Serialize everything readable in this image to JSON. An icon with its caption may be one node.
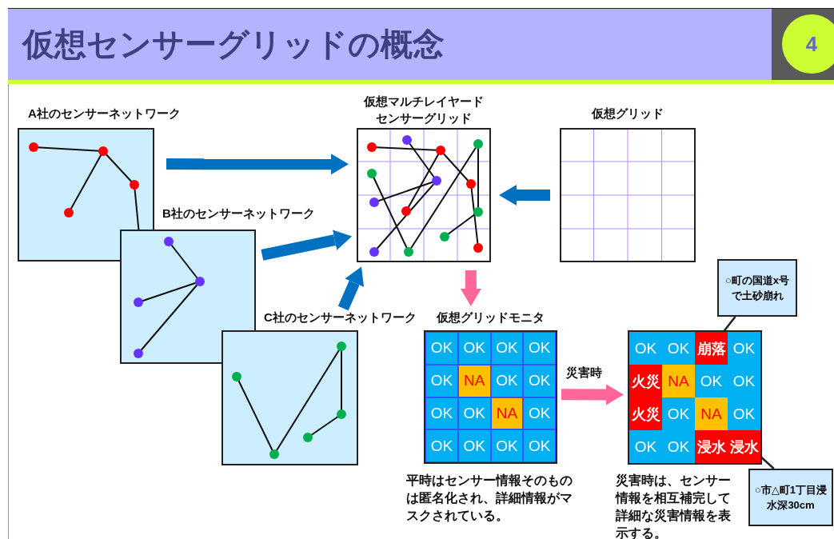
{
  "diagram": {
    "title": "仮想センサーグリッドの概念",
    "nodes": [
      {
        "text": [
          "A社のセンサーネットワーク"
        ]
      },
      {
        "text": [
          "仮想マルチレイヤードセンサーグリッド"
        ]
      },
      {
        "text": [
          "仮想グリッド"
        ]
      },
      {
        "text": [
          "B社のセンサーネットワーク"
        ]
      },
      {
        "text": [
          "C社のセンサーネットワーク"
        ]
      },
      {
        "text": [
          "仮想グリッドモニタ"
        ],
        "beside": [
          "平時はセンサー情報そのものは匿名化され、詳細情報がマスクされている。"
        ]
      },
      {
        "text": [
          "OK"
        ],
        "in": 5
      },
      {
        "text": [
          "OK"
        ],
        "in": 5
      },
      {
        "text": [
          "OK"
        ],
        "in": 5
      },
      {
        "text": [
          "OK"
        ],
        "in": 5
      },
      {
        "text": [
          "OK"
        ],
        "in": 5
      },
      {
        "text": [
          "NA"
        ],
        "in": 5
      },
      {
        "text": [
          "OK"
        ],
        "in": 5
      },
      {
        "text": [
          "OK"
        ],
        "in": 5
      },
      {
        "text": [
          "OK"
        ],
        "in": 5
      },
      {
        "text": [
          "OK"
        ],
        "in": 5
      },
      {
        "text": [
          "NA"
        ],
        "in": 5
      },
      {
        "text": [
          "OK"
        ],
        "in": 5
      },
      {
        "text": [
          "OK"
        ],
        "in": 5
      },
      {
        "text": [
          "OK"
        ],
        "in": 5
      },
      {
        "text": [
          "OK"
        ],
        "in": 5
      },
      {
        "text": [
          "OK"
        ],
        "in": 5
      },
      {
        "text": [
          "○町の国道x号で土砂崩れ"
        ]
      },
      {
        "text": [],
        "shape": "box",
        "beside": [
          "災害時は、センサー情報を相互補完して詳細な災害情報を表示する。"
        ]
      },
      {
        "text": [
          "OK"
        ],
        "in": 23
      },
      {
        "text": [
          "OK"
        ],
        "in": 23
      },
      {
        "text": [
          "崩落"
        ],
        "in": 23
      },
      {
        "text": [
          "OK"
        ],
        "in": 23
      },
      {
        "text": [
          "火災"
        ],
        "in": 23
      },
      {
        "text": [
          "NA"
        ],
        "in": 23
      },
      {
        "text": [
          "OK"
        ],
        "in": 23
      },
      {
        "text": [
          "OK"
        ],
        "in": 23
      },
      {
        "text": [
          "火災"
        ],
        "in": 23
      },
      {
        "text": [
          "OK"
        ],
        "in": 23
      },
      {
        "text": [
          "NA"
        ],
        "in": 23
      },
      {
        "text": [
          "OK"
        ],
        "in": 23
      },
      {
        "text": [
          "OK"
        ],
        "in": 23
      },
      {
        "text": [
          "OK"
        ],
        "in": 23
      },
      {
        "text": [
          "浸水"
        ],
        "in": 23
      },
      {
        "text": [
          "浸水"
        ],
        "in": 23
      },
      {
        "text": [
          "○市△町1丁目浸水深30cm"
        ]
      }
    ],
    "edges": [
      {
        "from": 0,
        "to": 1,
        "arrow": "to"
      },
      {
        "from": 3,
        "to": 1,
        "arrow": "to"
      },
      {
        "from": 4,
        "to": 1,
        "arrow": "to"
      },
      {
        "from": 2,
        "to": 1,
        "arrow": "to"
      },
      {
        "from": 1,
        "to": 5,
        "arrow": "to",
        "color": "#ff6699"
      },
      {
        "from": 5,
        "to": 23,
        "arrow": "to",
        "label": "災害時",
        "color": "#ff6699"
      },
      {
        "from": 22,
        "to": 26,
        "arrow": "none",
        "color": "#222222"
      },
      {
        "from": 40,
        "to": 39,
        "arrow": "none",
        "color": "#222222"
      }
    ],
    "labels": [
      "4"
    ]
  }
}
